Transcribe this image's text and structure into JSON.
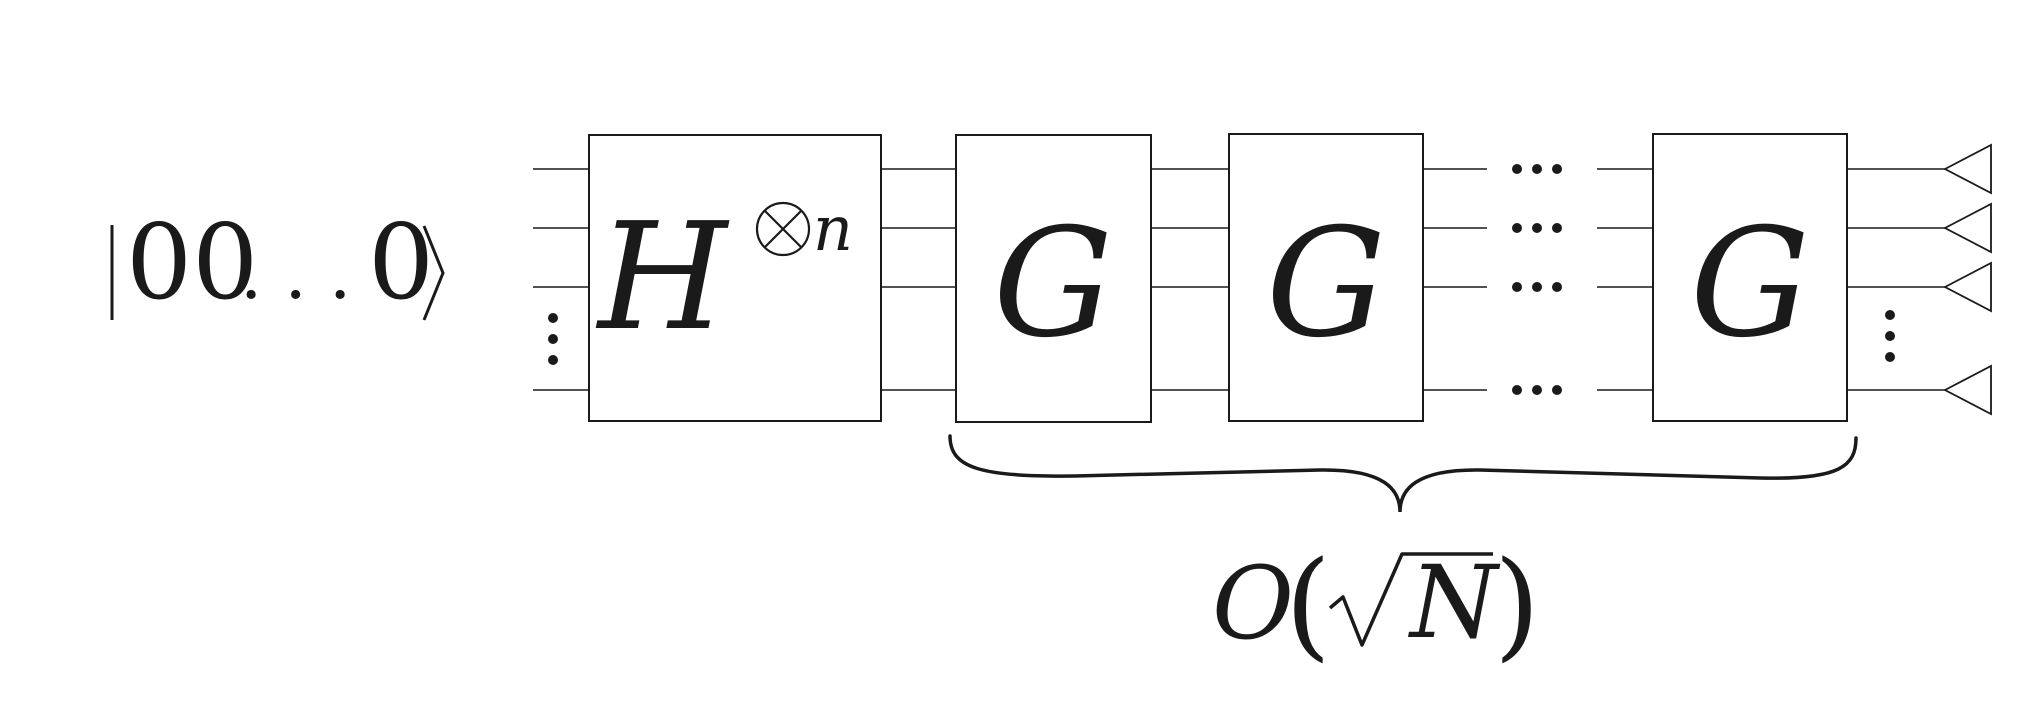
{
  "circuit": {
    "input_state": {
      "bar": "|",
      "digits": "00",
      "dots": ". . .",
      "last_digit": "0",
      "ket_close": "⟩"
    },
    "qubit_ellipsis": "⋮",
    "hadamard_gate": {
      "symbol": "H",
      "tensor_symbol": "⊗",
      "exponent": "n"
    },
    "grover_gates": [
      "G",
      "G",
      "G"
    ],
    "repetition_ellipsis": "…",
    "measurement_icon": "triangle-detector-icon",
    "repeat_count_label": {
      "O": "O",
      "open_paren": "(",
      "radical": "√",
      "N": "N",
      "close_paren": ")"
    },
    "colors": {
      "ink": "#1a1a1a",
      "background": "#ffffff"
    }
  }
}
